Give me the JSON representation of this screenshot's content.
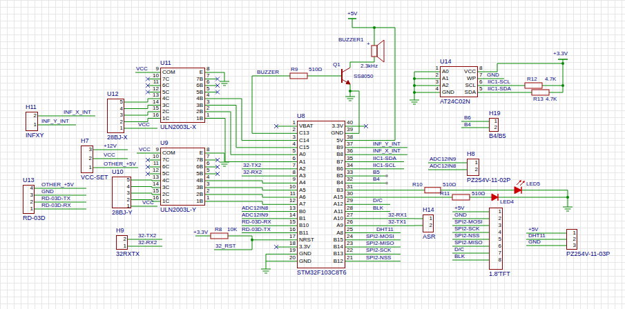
{
  "diagram": {
    "nodes": [
      {
        "text": [
          "H11",
          "INFXY",
          "2",
          "1"
        ]
      },
      {
        "text": [
          "U12",
          "28BJ-X",
          "5",
          "4",
          "3",
          "2",
          "1"
        ]
      },
      {
        "text": [
          "U11",
          "ULN2003L-X",
          "9",
          "COM",
          "10",
          "7C",
          "11",
          "6C",
          "12",
          "5C",
          "13",
          "4C",
          "14",
          "3C",
          "15",
          "2C",
          "16",
          "1C",
          "E",
          "8",
          "7B",
          "7",
          "6B",
          "6",
          "5B",
          "5",
          "4B",
          "4",
          "3B",
          "3",
          "2B",
          "2",
          "1B",
          "1"
        ]
      },
      {
        "text": [
          "U14",
          "AT24C02N",
          "1",
          "A0",
          "2",
          "A1",
          "3",
          "A2",
          "4",
          "GND",
          "VCC",
          "8",
          "WP",
          "7",
          "SCL",
          "6",
          "SDA",
          "5"
        ]
      },
      {
        "text": [
          "H19",
          "B4/B5",
          "1",
          "2"
        ]
      },
      {
        "text": [
          "H7",
          "VCC-SET",
          "3",
          "2",
          "1"
        ]
      },
      {
        "text": [
          "U9",
          "ULN2003L-Y",
          "9",
          "COM",
          "10",
          "7C",
          "11",
          "6C",
          "12",
          "5C",
          "13",
          "4C",
          "14",
          "3C",
          "15",
          "2C",
          "16",
          "1C",
          "E",
          "8",
          "7B",
          "7",
          "6B",
          "6",
          "5B",
          "5",
          "4B",
          "4",
          "3B",
          "3",
          "2B",
          "2",
          "1B",
          "1"
        ]
      },
      {
        "text": [
          "U10",
          "28BJ-Y",
          "5",
          "4",
          "3",
          "2",
          "1"
        ]
      },
      {
        "text": [
          "U8",
          "STM32F103C8T6",
          "1",
          "VBAT",
          "2",
          "C13",
          "3",
          "C14",
          "4",
          "C15",
          "5",
          "A0",
          "6",
          "A1",
          "7",
          "A2",
          "8",
          "A3",
          "9",
          "A4",
          "10",
          "A5",
          "11",
          "A6",
          "12",
          "A7",
          "13",
          "B0",
          "14",
          "B1",
          "15",
          "B10",
          "16",
          "B11",
          "17",
          "NRST",
          "18",
          "3.3V",
          "19",
          "GND",
          "20",
          "GND",
          "3.3V",
          "40",
          "GND",
          "39",
          "5V",
          "38",
          "B9",
          "37",
          "B8",
          "36",
          "B7",
          "35",
          "B6",
          "34",
          "B5",
          "33",
          "B4",
          "32",
          "B3",
          "31",
          "A15",
          "30",
          "A12",
          "29",
          "A11",
          "28",
          "A10",
          "27",
          "A9",
          "26",
          "A8",
          "25",
          "B15",
          "24",
          "B14",
          "23",
          "B13",
          "22",
          "B12",
          "21"
        ]
      },
      {
        "text": [
          "H8",
          "PZ254V-11-02P",
          "1",
          "2"
        ]
      },
      {
        "text": [
          "U13",
          "RD-03D",
          "4",
          "3",
          "2",
          "1"
        ]
      },
      {
        "text": [
          "H14",
          "ASR",
          "1",
          "2"
        ]
      },
      {
        "text": [
          "1.8'TFT",
          "1",
          "2",
          "3",
          "4",
          "5",
          "6",
          "7",
          "8"
        ]
      },
      {
        "text": [
          "PZ254V-11-03P",
          "1",
          "2",
          "3"
        ]
      },
      {
        "text": [
          "H9",
          "32RXTX",
          "2",
          "1"
        ]
      }
    ],
    "edges": [
      {
        "from": 1,
        "to": 2,
        "arrow": "none"
      },
      {
        "from": 1,
        "to": 2,
        "arrow": "none"
      },
      {
        "from": 1,
        "to": 2,
        "arrow": "none"
      },
      {
        "from": 1,
        "to": 2,
        "arrow": "none"
      },
      {
        "from": 2,
        "to": 8,
        "arrow": "none"
      },
      {
        "from": 2,
        "to": 8,
        "arrow": "none"
      },
      {
        "from": 2,
        "to": 8,
        "arrow": "none"
      },
      {
        "from": 2,
        "to": 8,
        "arrow": "none"
      },
      {
        "from": 7,
        "to": 6,
        "arrow": "none"
      },
      {
        "from": 7,
        "to": 6,
        "arrow": "none"
      },
      {
        "from": 7,
        "to": 6,
        "arrow": "none"
      },
      {
        "from": 7,
        "to": 6,
        "arrow": "none"
      },
      {
        "from": 6,
        "to": 8,
        "arrow": "none"
      },
      {
        "from": 6,
        "to": 8,
        "arrow": "none"
      },
      {
        "from": 6,
        "to": 8,
        "arrow": "none"
      },
      {
        "from": 6,
        "to": 8,
        "arrow": "none"
      },
      {
        "from": 8,
        "to": 11,
        "label": "32-RX1",
        "arrow": "none"
      },
      {
        "from": 8,
        "to": 11,
        "label": "32-TX1",
        "arrow": "none"
      }
    ],
    "labels": [
      "VCC",
      "VCC",
      "INF_X_INT",
      "INF_Y_INT",
      "BUZZER",
      "R9",
      "510Ω",
      "Q1",
      "SS8050",
      "2.3kHz",
      "BUZZER1",
      "+",
      "+5V",
      "+3.3V",
      "GND",
      "IIC1-SCL",
      "IIC1-SDA",
      "R12",
      "4.7K",
      "R13",
      "4.7K",
      "B6",
      "B4",
      "+12V",
      "VCC",
      "OTHER_+5V",
      "VCC",
      "32-TX2",
      "32-RX2",
      "INF_Y_INT",
      "INF_X_INT",
      "IIC1-SDA",
      "IIC1-SCL",
      "B5",
      "B4",
      "ADC12IN9",
      "ADC12IN8",
      "R10",
      "510Ω",
      "LED5",
      "R11",
      "510Ω",
      "LED4",
      "VCC",
      "OTHER_+5V",
      "GND",
      "RD-03D-TX",
      "RD-03D-RX",
      "D/C",
      "BLK",
      "ADC12IN8",
      "ADC12IN9",
      "RD-03D-RX",
      "RD-03D-TX",
      "DHT11",
      "+3.3V",
      "R8",
      "10K",
      "32_RST",
      "SPI2-MOSI",
      "SPI2-MISO",
      "SPI2-SCK",
      "SPI2-NSS",
      "+5V",
      "GND",
      "SPI2-MOSI",
      "SPI2-SCK",
      "SPI2-NSS",
      "SPI2-MISO",
      "D/C",
      "BLK",
      "+5V",
      "DHT11",
      "GND",
      "32-TX2",
      "32-RX2"
    ]
  }
}
